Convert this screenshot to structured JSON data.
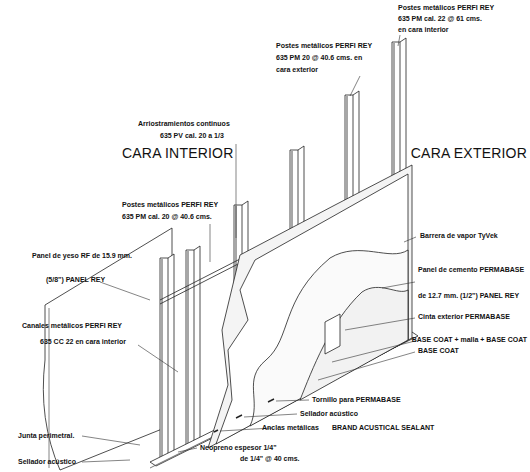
{
  "diagram": {
    "labels": [
      "Postes metálicos PERFI REY",
      "635 PM cal. 22 @ 61 cms.",
      "en cara interior",
      "Postes metálicos PERFI REY",
      "635 PM 20 @ 40.6 cms. en",
      "cara exterior",
      "Arriostramientos continuos",
      "635 PV cal. 20 a 1/3",
      "CARA INTERIOR",
      "CARA EXTERIOR",
      "Postes metálicos PERFI REY",
      "635 PM cal. 20 @ 40.6 cms.",
      "Barrera de vapor TyVek",
      "Panel de yeso RF de 15.9 mm.",
      "(5/8\") PANEL REY",
      "Panel de cemento PERMABASE",
      "de 12.7 mm. (1/2\") PANEL REY",
      "Cinta exterior PERMABASE",
      "BASE COAT + malla + BASE COAT",
      "BASE COAT",
      "Canales metálicos PERFI REY",
      "635 CC 22 en cara interior",
      "Tornillo para PERMABASE",
      "Sellador acústico",
      "Anclas metálicas",
      "BRAND ACUSTICAL SEALANT",
      "Junta perimetral.",
      "Neopreno espesor 1/4\"",
      "de 1/4\" @ 40 cms.",
      "Sellador acústico"
    ]
  }
}
